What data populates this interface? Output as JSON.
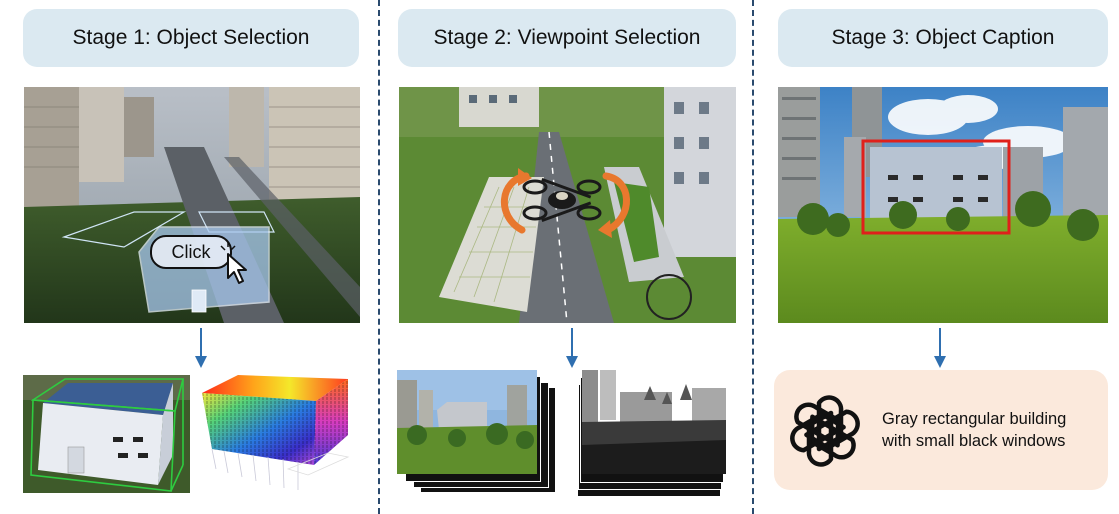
{
  "stages": [
    {
      "title": "Stage 1: Object Selection"
    },
    {
      "title": "Stage 2: Viewpoint Selection"
    },
    {
      "title": "Stage 3: Object Caption",
      "caption_line1": "Gray rectangular building",
      "caption_line2": "with small black windows"
    }
  ],
  "click_label": "Click",
  "colors": {
    "header_bg": "#dbe9f1",
    "divider": "#2a4a6e",
    "arrow": "#2f6fb0",
    "caption_bg": "#fbe9dc",
    "bbox_red": "#e0201b",
    "bbox_green": "#2ecc40"
  },
  "icons": [
    "cursor-click-icon",
    "drone-icon",
    "rotate-left-arrow-icon",
    "rotate-right-arrow-icon",
    "openai-logo-icon",
    "down-arrow-icon"
  ]
}
